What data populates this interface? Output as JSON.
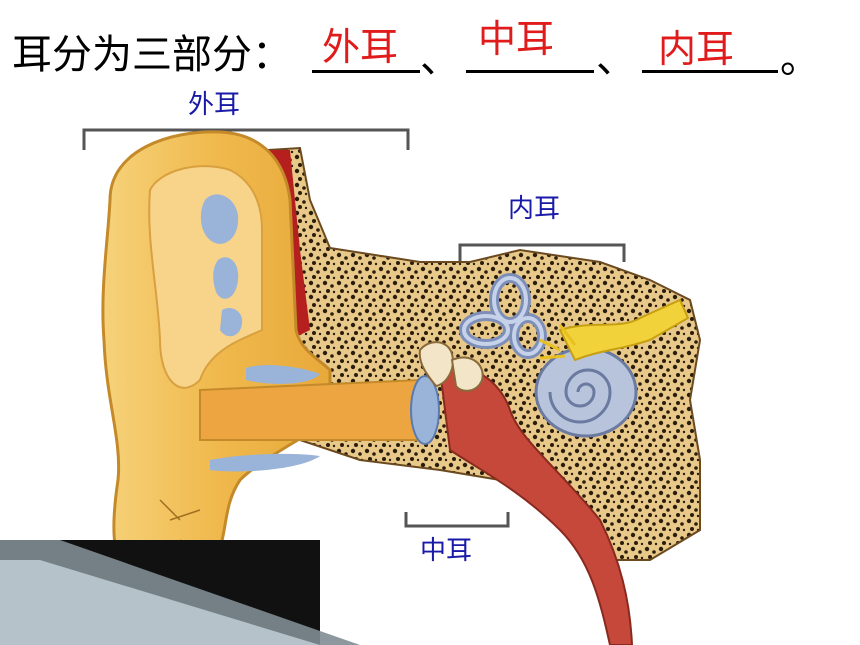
{
  "question": {
    "prefix": "耳分为三部分：",
    "separator": "、",
    "end": "。"
  },
  "answers": [
    "外耳",
    "中耳",
    "内耳"
  ],
  "diagram_labels": {
    "outer": "外耳",
    "inner": "内耳",
    "middle": "中耳"
  },
  "colors": {
    "answer": "#e01b1b",
    "label": "#1a1aa8",
    "skin": "#f3c15a",
    "bone": "#d6b070",
    "cartilage_blue": "#9ab3d8",
    "canal_red": "#b5201f"
  }
}
